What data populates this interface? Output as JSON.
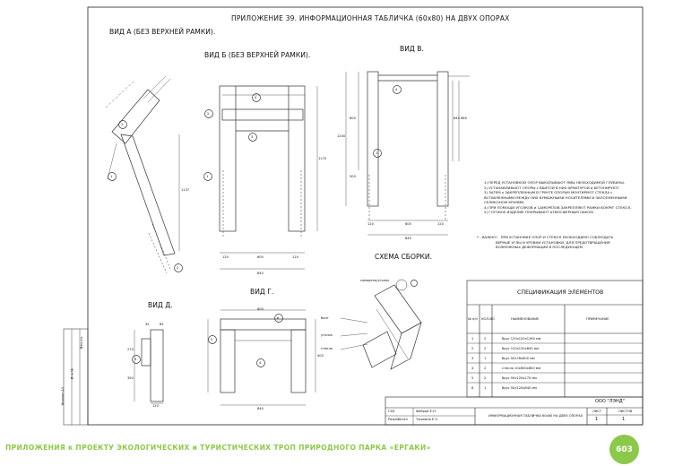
{
  "title": "ПРИЛОЖЕНИЕ 39. ИНФОРМАЦИОННАЯ ТАБЛИЧКА (60х80) НА ДВУХ ОПОРАХ",
  "views": {
    "a": "ВИД А (БЕЗ ВЕРХНЕЙ РАМКИ).",
    "b": "ВИД Б (БЕЗ ВЕРХНЕЙ РАМКИ).",
    "v": "ВИД В.",
    "d": "ВИД Д.",
    "g": "ВИД Г.",
    "assembly": "СХЕМА СБОРКИ."
  },
  "dims": {
    "w840": "840",
    "w600": "600",
    "w120": "120",
    "h1170": "1170",
    "h1137": "1137",
    "h1200": "1200",
    "h800": "800",
    "h640": "640",
    "h680": "680",
    "h500": "500",
    "h800b": "800",
    "d35": "35",
    "d85": "85",
    "d270": "270",
    "d200": "200",
    "d30": "30",
    "d350": "350",
    "d120b": "120",
    "d400": "400"
  },
  "callouts": [
    "1",
    "2",
    "3",
    "4",
    "5",
    "6"
  ],
  "notes": [
    "1) ПЕРЕД УСТАНОВКОЙ ОПОР ВЫКАПЫВАЮТ ЯМЫ НЕОБХОДИМОЙ ГЛУБИНЫ.",
    "2) УСТАНАВЛИВАЮТ ОПОРЫ с ВБИТОЙ В НИХ АРМАТУРОЙ и БЕТОНИРУЮТ.",
    "3) ЗАТЕМ к ЗАКРЕПЛЕННЫМ В ГРУНТЕ ОПОРАМ МОНТИРУЮТ СТЕКЛА с",
    "   ВСТАВЛЕННЫМИ МЕЖДУ НИХ БУМАЖНЫМИ НОСИТЕЛЯМИ И ЗАПОЛНЕННЫМИ",
    "   СЕЛИКОНОМ КРАЯМИ.",
    "4) ПРИ ПОМОЩИ УГОЛКОВ и САМОРЕЗОВ ЗАКРЕПЛЯЮТ РАМКИ ВОКРУГ СТЕКОЛ.",
    "5) ГОТОВОЕ ИЗДЕЛИЕ ПОКРЫВАЮТ АТМОСФЕРНЫМ ЛАКОМ."
  ],
  "warning": [
    "* - ВАЖНО!   ПРИ УСТАНОВКЕ ОПОР И СТЕКОЛ НЕОБХОДИМО СОБЛЮДАТЬ",
    "                 ВЕРНЫЕ УГЛЫ И УРОВНИ УСТАНОВКИ, ДЛЯ ПРЕДОТВРАЩЕНИЯ",
    "                 ВОЗМОЖНЫХ ДЕФОРМАЦИЙ В ПОСЛЕДУЮЩЕМ"
  ],
  "spec": {
    "title": "СПЕЦИФИКАЦИЯ ЭЛЕМЕНТОВ",
    "headers": [
      "№ п/п",
      "КОЛ-ВО",
      "НАИМЕНОВАНИЕ",
      "ПРИМЕЧАНИЕ"
    ],
    "rows": [
      [
        "1",
        "2",
        "брус 120х120х1260 мм",
        ""
      ],
      [
        "2",
        "2",
        "брус 120х120х840 мм",
        ""
      ],
      [
        "3",
        "1",
        "брус 50х78х600 мм",
        ""
      ],
      [
        "4",
        "2",
        "стекло 10х600х800 мм",
        ""
      ],
      [
        "5",
        "2",
        "брус 50х120х270 мм",
        ""
      ],
      [
        "6",
        "1",
        "брус 50х120х840 мм",
        ""
      ]
    ]
  },
  "stamp": {
    "org": "ООО \"ЛЭНД\"",
    "role1": "ГАП",
    "name1": "Фейрой Е.Н.",
    "role2": "Разработал",
    "name2": "Тишкина Е.З.",
    "doc": "ИНФОРМАЦИОННАЯ ТАБЛИЧКА 60х80 НА ДВУХ ОПОРАХ",
    "sheet_label": "ЛИСТ",
    "sheets_label": "ЛИСТОВ",
    "sheet": "1",
    "sheets": "1"
  },
  "side_labels": [
    "Изм.пл.",
    "Инв.№",
    "Формат А3"
  ],
  "assembly_labels": [
    "саморезы/уголок",
    "болт",
    "уголок",
    "стекло"
  ],
  "footer": "ПРИЛОЖЕНИЯ к ПРОЕКТУ ЭКОЛОГИЧЕСКИХ и ТУРИСТИЧЕСКИХ ТРОП ПРИРОДНОГО ПАРКА «ЕРГАКИ»",
  "page_number": "603"
}
